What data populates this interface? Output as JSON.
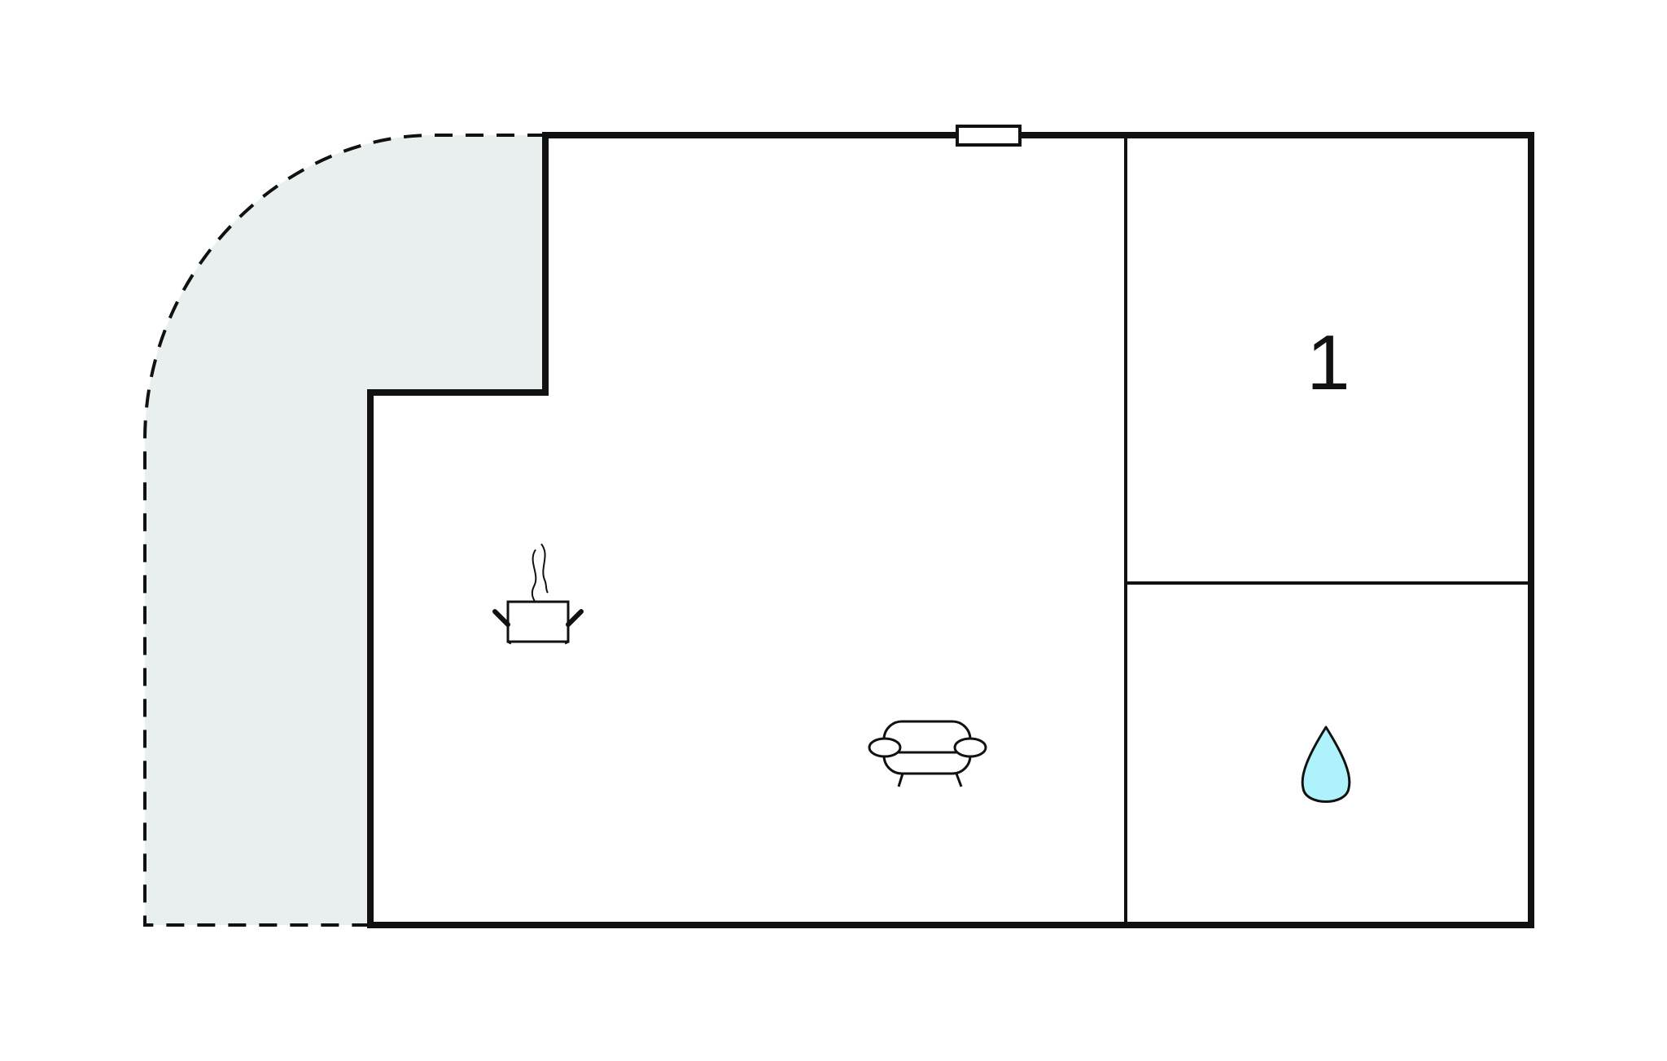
{
  "floorplan": {
    "rooms": [
      {
        "id": "living-kitchen",
        "label": ""
      },
      {
        "id": "bedroom",
        "label": "1"
      },
      {
        "id": "bathroom",
        "label": ""
      }
    ],
    "icons": [
      {
        "room": "living-kitchen",
        "icon": "cooking-pot-icon"
      },
      {
        "room": "living-kitchen",
        "icon": "sofa-icon"
      },
      {
        "room": "bathroom",
        "icon": "water-drop-icon"
      },
      {
        "room": "living-kitchen",
        "icon": "window-icon"
      }
    ],
    "colors": {
      "wall": "#111111",
      "terrace_fill": "#e8efee",
      "water_drop": "#aef3fb",
      "background": "#ffffff"
    }
  }
}
